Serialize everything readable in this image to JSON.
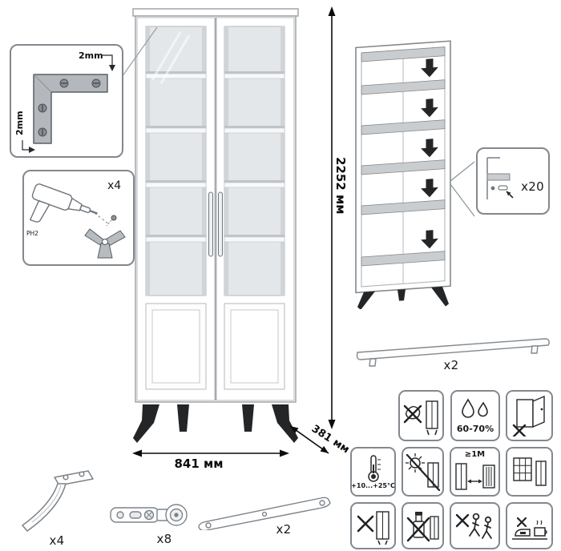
{
  "dimensions": {
    "height": "2252 мм",
    "width": "841 мм",
    "depth": "381 мм"
  },
  "corner_detail": {
    "top_offset": "2mm",
    "side_offset": "2mm"
  },
  "drill": {
    "qty": "x4",
    "bit": "PH2"
  },
  "parts": {
    "shelf_pin_qty": "x20",
    "handle_qty": "x2",
    "leg_qty": "x4",
    "hinge_qty": "x8",
    "brace_qty": "x2"
  },
  "care": {
    "humidity": "60-70%",
    "temperature": "+10...+25°C",
    "min_distance": "≥1M"
  },
  "colors": {
    "outline_gray": "#9aa0a6",
    "shelf_gray": "#c9cdd0",
    "leg_black": "#232527"
  }
}
